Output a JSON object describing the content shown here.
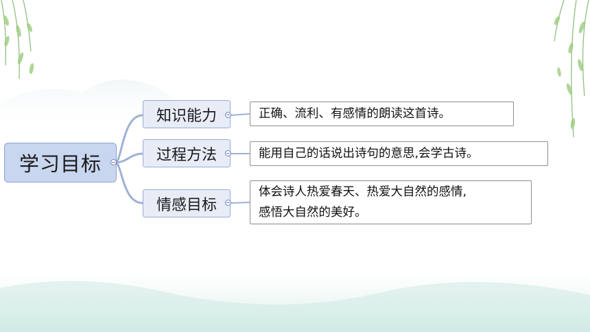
{
  "root": {
    "label": "学习目标"
  },
  "branches": [
    {
      "label": "知识能力",
      "details": [
        "正确、流利、有感情的朗读这首诗。"
      ]
    },
    {
      "label": "过程方法",
      "details": [
        "能用自己的话说出诗句的意思,会学古诗。"
      ]
    },
    {
      "label": "情感目标",
      "details": [
        "体会诗人热爱春天、热爱大自然的感情,",
        "感悟大自然的美好。"
      ]
    }
  ],
  "colors": {
    "node_fill": "#e7ecf7",
    "node_border": "#9aabd3",
    "connector": "#9fb0d6",
    "root_fill": "#c9d6ef"
  }
}
